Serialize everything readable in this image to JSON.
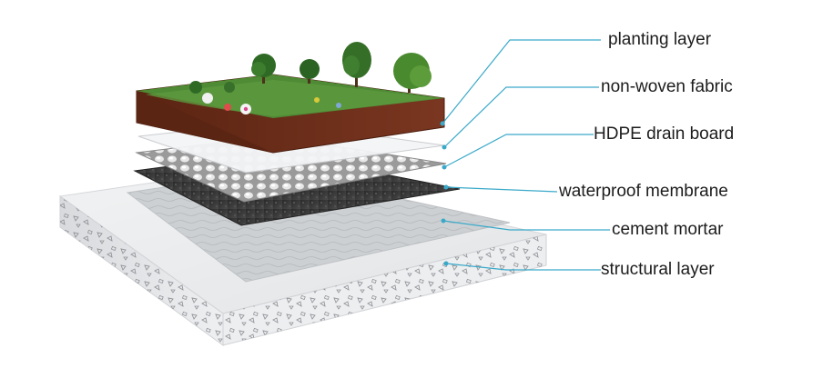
{
  "labels": [
    "planting layer",
    "non-woven fabric",
    "HDPE drain board",
    "waterproof membrane",
    "cement mortar",
    "structural layer"
  ],
  "colors": {
    "leader_line": "#3aa9c9",
    "soil": "#6b2e19",
    "grass": "#3f7a2c",
    "membrane": "#3b3b3b",
    "mortar": "#cfd2d4",
    "concrete": "#e9eaec"
  }
}
